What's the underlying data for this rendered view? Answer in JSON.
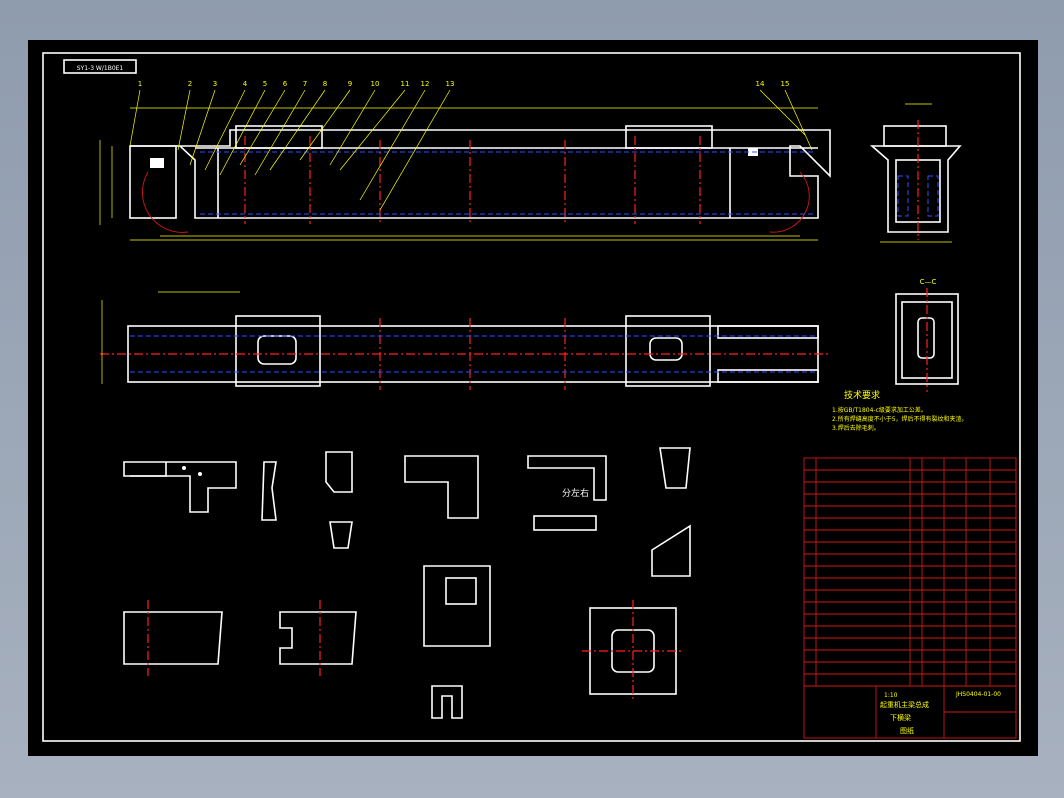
{
  "title_tag": "SY1-3 W/1B0E1",
  "notes_heading": "技术要求",
  "notes": [
    "1.按GB/T1804-c级要求加工公差。",
    "2.所有焊缝高度不小于5，焊后不得有裂纹和夹渣。",
    "3.焊后去除毛刺。"
  ],
  "sub_label": "分左右",
  "section_label": "C—C",
  "balloons": [
    "1",
    "2",
    "3",
    "4",
    "5",
    "6",
    "7",
    "8",
    "9",
    "10",
    "11",
    "12",
    "13",
    "14",
    "15"
  ],
  "title_block": {
    "scale": "1:10",
    "part_name": "起重机主梁总成",
    "drawing_name": "下横梁",
    "code": "JHS0404-01-00",
    "company": "图纸"
  },
  "colors": {
    "frame": "#ffffff",
    "dimension": "#ffff00",
    "hidden": "#3050ff",
    "center": "#ff2020",
    "border": "#d01818"
  }
}
